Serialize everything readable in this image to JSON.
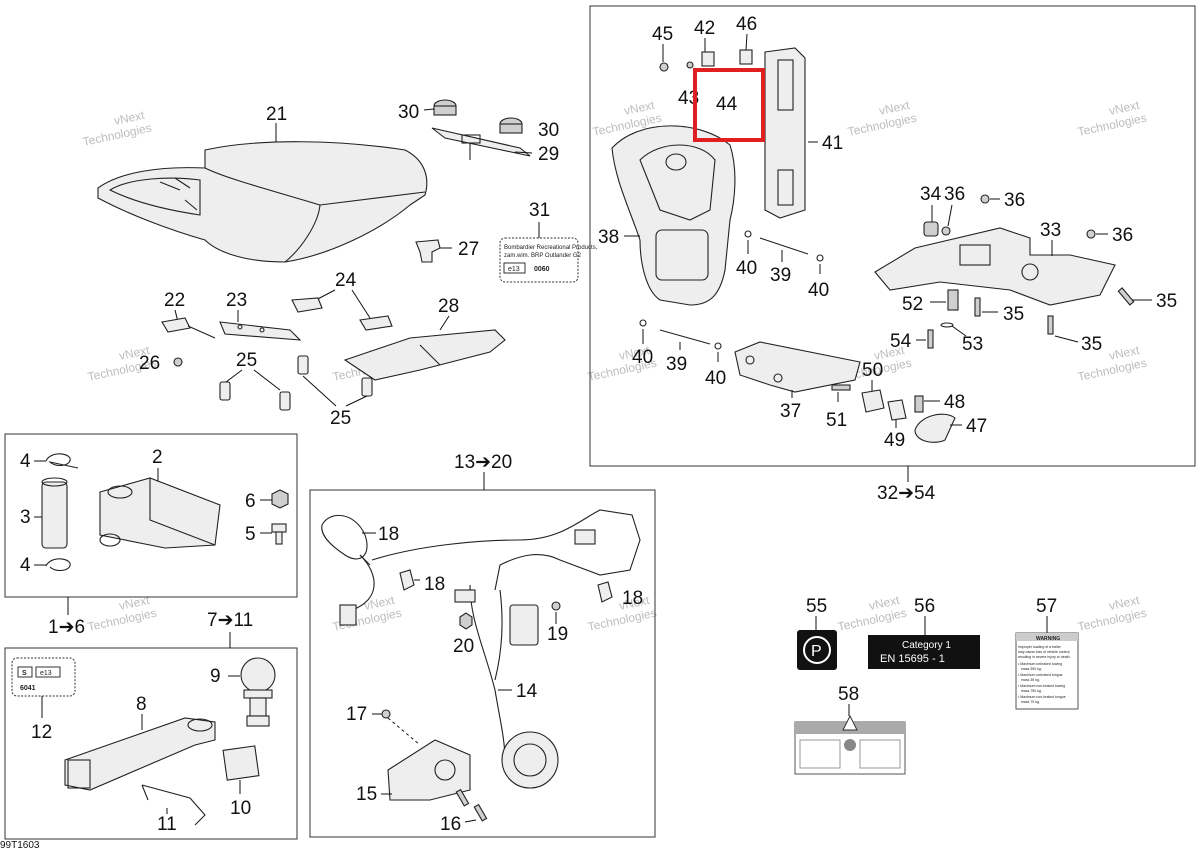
{
  "callouts": {
    "n1_6": "1➔6",
    "n2": "2",
    "n3": "3",
    "n4a": "4",
    "n4b": "4",
    "n5": "5",
    "n6": "6",
    "n7_11": "7➔11",
    "n8": "8",
    "n9": "9",
    "n10": "10",
    "n11": "11",
    "n12": "12",
    "n13_20": "13➔20",
    "n14": "14",
    "n15": "15",
    "n16": "16",
    "n17": "17",
    "n18a": "18",
    "n18b": "18",
    "n18c": "18",
    "n19": "19",
    "n20": "20",
    "n21": "21",
    "n22": "22",
    "n23": "23",
    "n24": "24",
    "n25a": "25",
    "n25b": "25",
    "n26": "26",
    "n27": "27",
    "n28": "28",
    "n29": "29",
    "n30a": "30",
    "n30b": "30",
    "n31": "31",
    "n32_54": "32➔54",
    "n33": "33",
    "n34": "34",
    "n35a": "35",
    "n35b": "35",
    "n35c": "35",
    "n36a": "36",
    "n36b": "36",
    "n36c": "36",
    "n37": "37",
    "n38": "38",
    "n39a": "39",
    "n39b": "39",
    "n40a": "40",
    "n40b": "40",
    "n40c": "40",
    "n40d": "40",
    "n41": "41",
    "n42": "42",
    "n43": "43",
    "n44": "44",
    "n45": "45",
    "n46": "46",
    "n47": "47",
    "n48": "48",
    "n49": "49",
    "n50": "50",
    "n51": "51",
    "n52": "52",
    "n53": "53",
    "n54": "54",
    "n55": "55",
    "n56": "56",
    "n57": "57",
    "n58": "58"
  },
  "labels": {
    "label31_line1": "Bombardier Recreational Products,",
    "label31_line2": "zam.wim. BRP Outlander G2",
    "label31_code": "e13",
    "label31_num": "0060",
    "label12_s": "S",
    "label12_code": "e13",
    "label12_num": "6041",
    "label56_title": "Category 1",
    "label56_std": "EN   15695   -   1",
    "label57_head": "WARNING",
    "label57_text1": "Improper loading of a trailer",
    "label57_text2": "may cause loss of vehicle control,",
    "label57_text3": "resulting in severe injury or death.",
    "label57_b1": "• Maximum unbraked towing",
    "label57_b1b": "mass 390 kg.",
    "label57_b2": "• Maximum unbraked tongue",
    "label57_b2b": "mass 39 kg.",
    "label57_b3": "• Maximum non-braked towing",
    "label57_b3b": "mass 750 kg.",
    "label57_b4": "• Maximum non-braked tongue",
    "label57_b4b": "mass 75 kg.",
    "label55_glyph": "P"
  },
  "footer": {
    "code": "99T1603"
  },
  "watermark": {
    "line1": "vNext",
    "line2": "Technologies"
  },
  "colors": {
    "highlight": "#e02020",
    "line": "#222222"
  }
}
